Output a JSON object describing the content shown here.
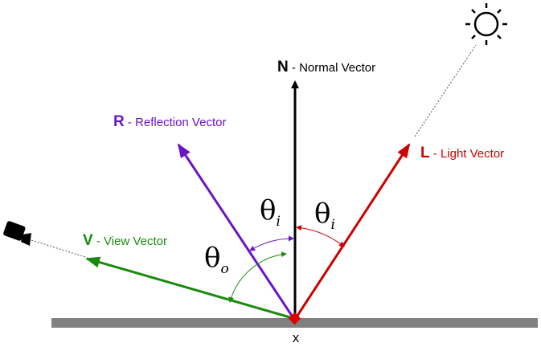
{
  "colors": {
    "normal": "#000000",
    "reflection": "#6a14c8",
    "light": "#cc0000",
    "view": "#1a8a0e",
    "surface": "#808080",
    "point": "#dd0000"
  },
  "normal": {
    "symbol": "N",
    "text": " - Normal Vector"
  },
  "reflection": {
    "symbol": "R",
    "text": " - Reflection Vector"
  },
  "light": {
    "symbol": "L",
    "text": " - Light Vector"
  },
  "view": {
    "symbol": "V",
    "text": " - View Vector"
  },
  "point_label": "x",
  "angles": {
    "theta_i_left": {
      "base": "θ",
      "sub": "i"
    },
    "theta_i_right": {
      "base": "θ",
      "sub": "i"
    },
    "theta_o": {
      "base": "θ",
      "sub": "o"
    }
  },
  "icons": {
    "light_source": "sun-icon",
    "viewer": "camera-icon"
  }
}
